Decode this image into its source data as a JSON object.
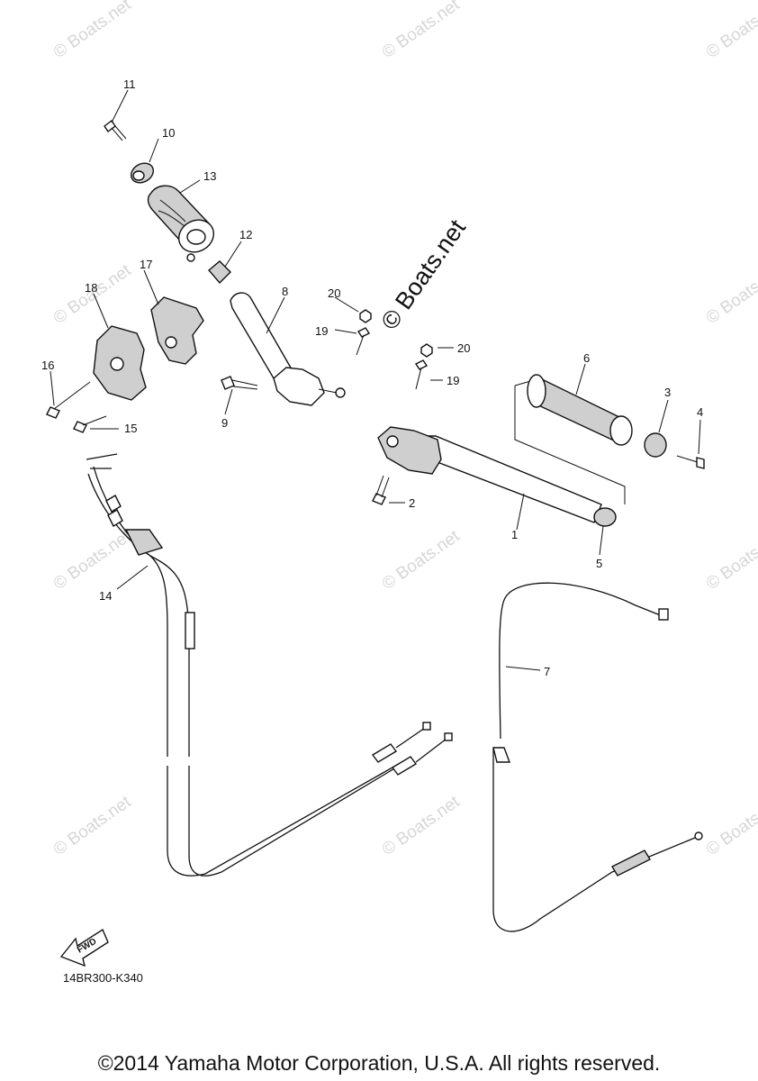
{
  "callouts": {
    "c1": "1",
    "c2": "2",
    "c3": "3",
    "c4": "4",
    "c5": "5",
    "c6": "6",
    "c7": "7",
    "c8": "8",
    "c9": "9",
    "c10": "10",
    "c11": "11",
    "c12": "12",
    "c13": "13",
    "c14": "14",
    "c15": "15",
    "c16": "16",
    "c17": "17",
    "c18": "18",
    "c19a": "19",
    "c19b": "19",
    "c20a": "20",
    "c20b": "20"
  },
  "watermark": {
    "text": "© Boats.net",
    "main_text": "© Boats.net"
  },
  "fwd_label": "FWD",
  "diagram_code": "14BR300-K340",
  "copyright": "©2014 Yamaha Motor Corporation, U.S.A. All rights reserved.",
  "colors": {
    "line": "#111111",
    "watermark": "#d6d6d6"
  }
}
